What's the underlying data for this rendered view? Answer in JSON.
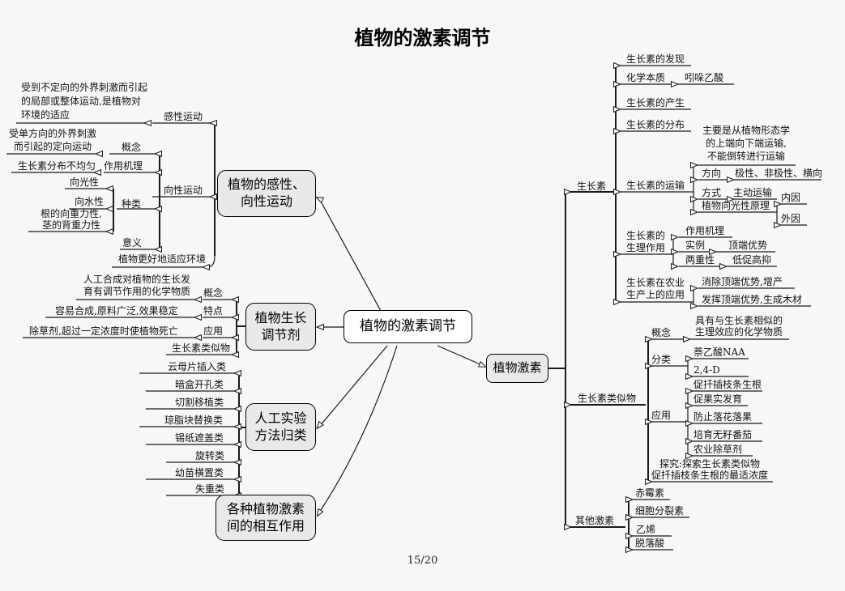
{
  "title": "植物的激素调节",
  "page_number": "15/20",
  "mindmap": {
    "root": {
      "label": "植物的激素调节"
    },
    "left": {
      "movement": {
        "box_line1": "植物的感性、",
        "box_line2": "向性运动",
        "sensory": {
          "label": "感性运动",
          "desc_line1": "受到不定向的外界刺激而引起",
          "desc_line2": "的局部或整体运动,是植物对",
          "desc_line3": "环境的适应"
        },
        "tropic": {
          "label": "向性运动",
          "concept": {
            "label": "概念",
            "desc_line1": "受单方向的外界刺激",
            "desc_line2": "而引起的定向运动"
          },
          "mechanism": {
            "label": "作用机理",
            "desc": "生长素分布不均匀"
          },
          "types": {
            "label": "种类",
            "phototropism": "向光性",
            "hydrotropism": "向水性",
            "gravitropism_line1": "根的向重力性,",
            "gravitropism_line2": "茎的背重力性"
          },
          "significance": {
            "label": "意义",
            "desc": "植物更好地适应环境"
          }
        }
      },
      "regulator": {
        "box_line1": "植物生长",
        "box_line2": "调节剂",
        "concept": {
          "label": "概念",
          "desc_line1": "人工合成对植物的生长发",
          "desc_line2": "育有调节作用的化学物质"
        },
        "feature": {
          "label": "特点",
          "desc": "容易合成,原料广泛,效果稳定"
        },
        "application": {
          "label": "应用",
          "desc": "除草剂,超过一定浓度时使植物死亡"
        },
        "analog": {
          "label": "生长素类似物"
        }
      },
      "experiment": {
        "box_line1": "人工实验",
        "box_line2": "方法归类",
        "items": [
          "云母片插入类",
          "暗盒开孔类",
          "切割移植类",
          "琼脂块替换类",
          "锡纸遮盖类",
          "旋转类",
          "幼苗横置类",
          "失重类"
        ]
      },
      "interaction": {
        "box_line1": "各种植物激素",
        "box_line2": "间的相互作用"
      }
    },
    "right": {
      "hormone_box": "植物激素",
      "auxin": {
        "label": "生长素",
        "discovery": "生长素的发现",
        "chemical": {
          "label": "化学本质",
          "value": "吲哚乙酸"
        },
        "production": "生长素的产生",
        "distribution": "生长素的分布",
        "transport": {
          "label": "生长素的运输",
          "note_line1": "主要是从植物形态学",
          "note_line2": "的上端向下端运输,",
          "note_line3": "不能倒转进行运输",
          "direction": {
            "label": "方向",
            "value": "极性、非极性、横向"
          },
          "mode": {
            "label": "方式",
            "value": "主动运输"
          },
          "phototropism_principle": {
            "label": "植物向光性原理",
            "internal": "内因",
            "external": "外因"
          }
        },
        "physiology": {
          "label_line1": "生长素的",
          "label_line2": "生理作用",
          "mechanism": "作用机理",
          "example": {
            "label": "实例",
            "value": "顶端优势"
          },
          "duality": {
            "label": "两重性",
            "value": "低促高抑"
          }
        },
        "agriculture": {
          "label_line1": "生长素在农业",
          "label_line2": "生产上的应用",
          "use1": "消除顶端优势,增产",
          "use2": "发挥顶端优势,生成木材"
        }
      },
      "analog": {
        "label": "生长素类似物",
        "concept": {
          "label": "概念",
          "desc_line1": "具有与生长素相似的",
          "desc_line2": "生理效应的化学物质"
        },
        "classification": {
          "label": "分类",
          "items": [
            "萘乙酸NAA",
            "2,4-D"
          ]
        },
        "application": {
          "label": "应用",
          "items": [
            "促扦插枝条生根",
            "促果实发育",
            "防止落花落果",
            "培育无籽番茄",
            "农业除草剂"
          ]
        },
        "explore_line1": "探究:探索生长素类似物",
        "explore_line2": "促扦插枝条生根的最适浓度"
      },
      "others": {
        "label": "其他激素",
        "items": [
          "赤霉素",
          "细胞分裂素",
          "乙烯",
          "脱落酸"
        ]
      }
    }
  }
}
